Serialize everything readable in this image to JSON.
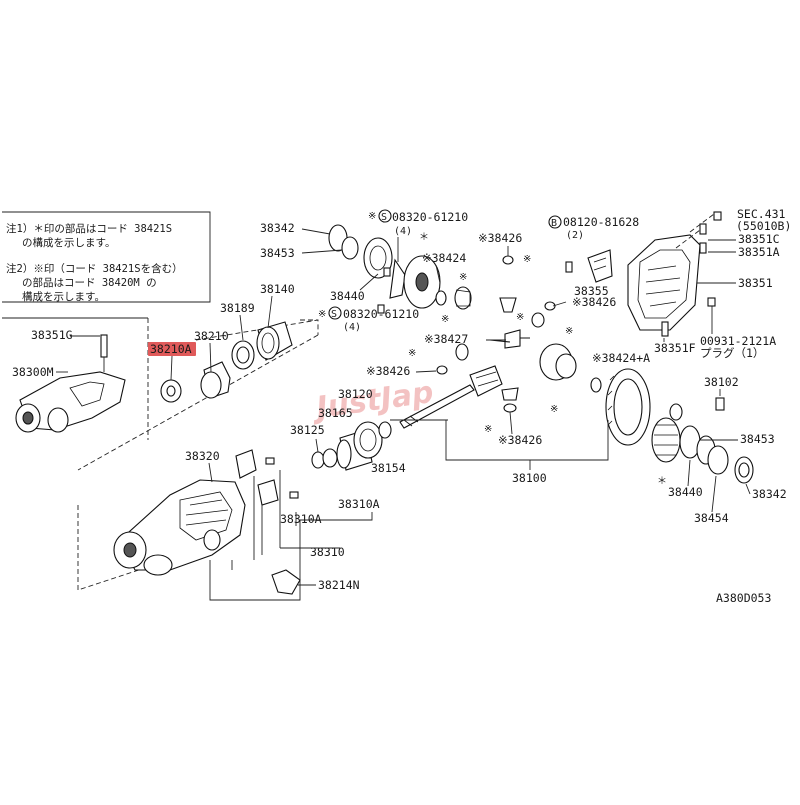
{
  "notes": {
    "note1_line1": "注1）＊印の部品はコード 38421S",
    "note1_line2": "の構成を示します。",
    "note2_line1": "注2）※印（コード 38421Sを含む）",
    "note2_line2": "の部品はコード 38420M の",
    "note2_line3": "構成を示します。"
  },
  "labels": {
    "p38342_top": "38342",
    "p38453_top": "38453",
    "p08320_a": "08320-61210",
    "p08320_a_qty": "(4)",
    "p38424": "※38424",
    "p38440_top": "38440",
    "p08320_b": "08320-61210",
    "p08320_b_qty": "(4)",
    "p38426_a": "※38426",
    "p08120": "08120-81628",
    "p08120_qty": "(2)",
    "p38355": "38355",
    "p38426_b": "※38426",
    "sec431": "SEC.431",
    "sec431_sub": "(55010B)",
    "p38351C": "38351C",
    "p38351A": "38351A",
    "p38351": "38351",
    "p38351F": "38351F",
    "p00931": "00931-2121A",
    "p00931_sub": "プラグ（1）",
    "p38427": "※38427",
    "p38426_c": "※38426",
    "p38424A": "※38424+A",
    "p38102": "38102",
    "p38140": "38140",
    "p38189": "38189",
    "p38210": "38210",
    "p38210A": "38210A",
    "p38351G": "38351G",
    "p38300M": "38300M",
    "p38120": "38120",
    "p38165": "38165",
    "p38125": "38125",
    "p38154": "38154",
    "p38426_d": "※38426",
    "p38100": "38100",
    "p38453_right": "38453",
    "p38440_right": "38440",
    "p38342_right": "38342",
    "p38454": "38454",
    "p38320": "38320",
    "p38310A_a": "38310A",
    "p38310A_b": "38310A",
    "p38310": "38310",
    "p38214N": "38214N",
    "circle_s": "S",
    "circle_b": "B",
    "asterisk": "＊",
    "kome": "※"
  },
  "watermark": "JustJap",
  "diagram_code": "A380D053",
  "colors": {
    "highlight": "#e05a5a",
    "watermark": "#f2b8b8",
    "ink": "#1a1a1a"
  }
}
